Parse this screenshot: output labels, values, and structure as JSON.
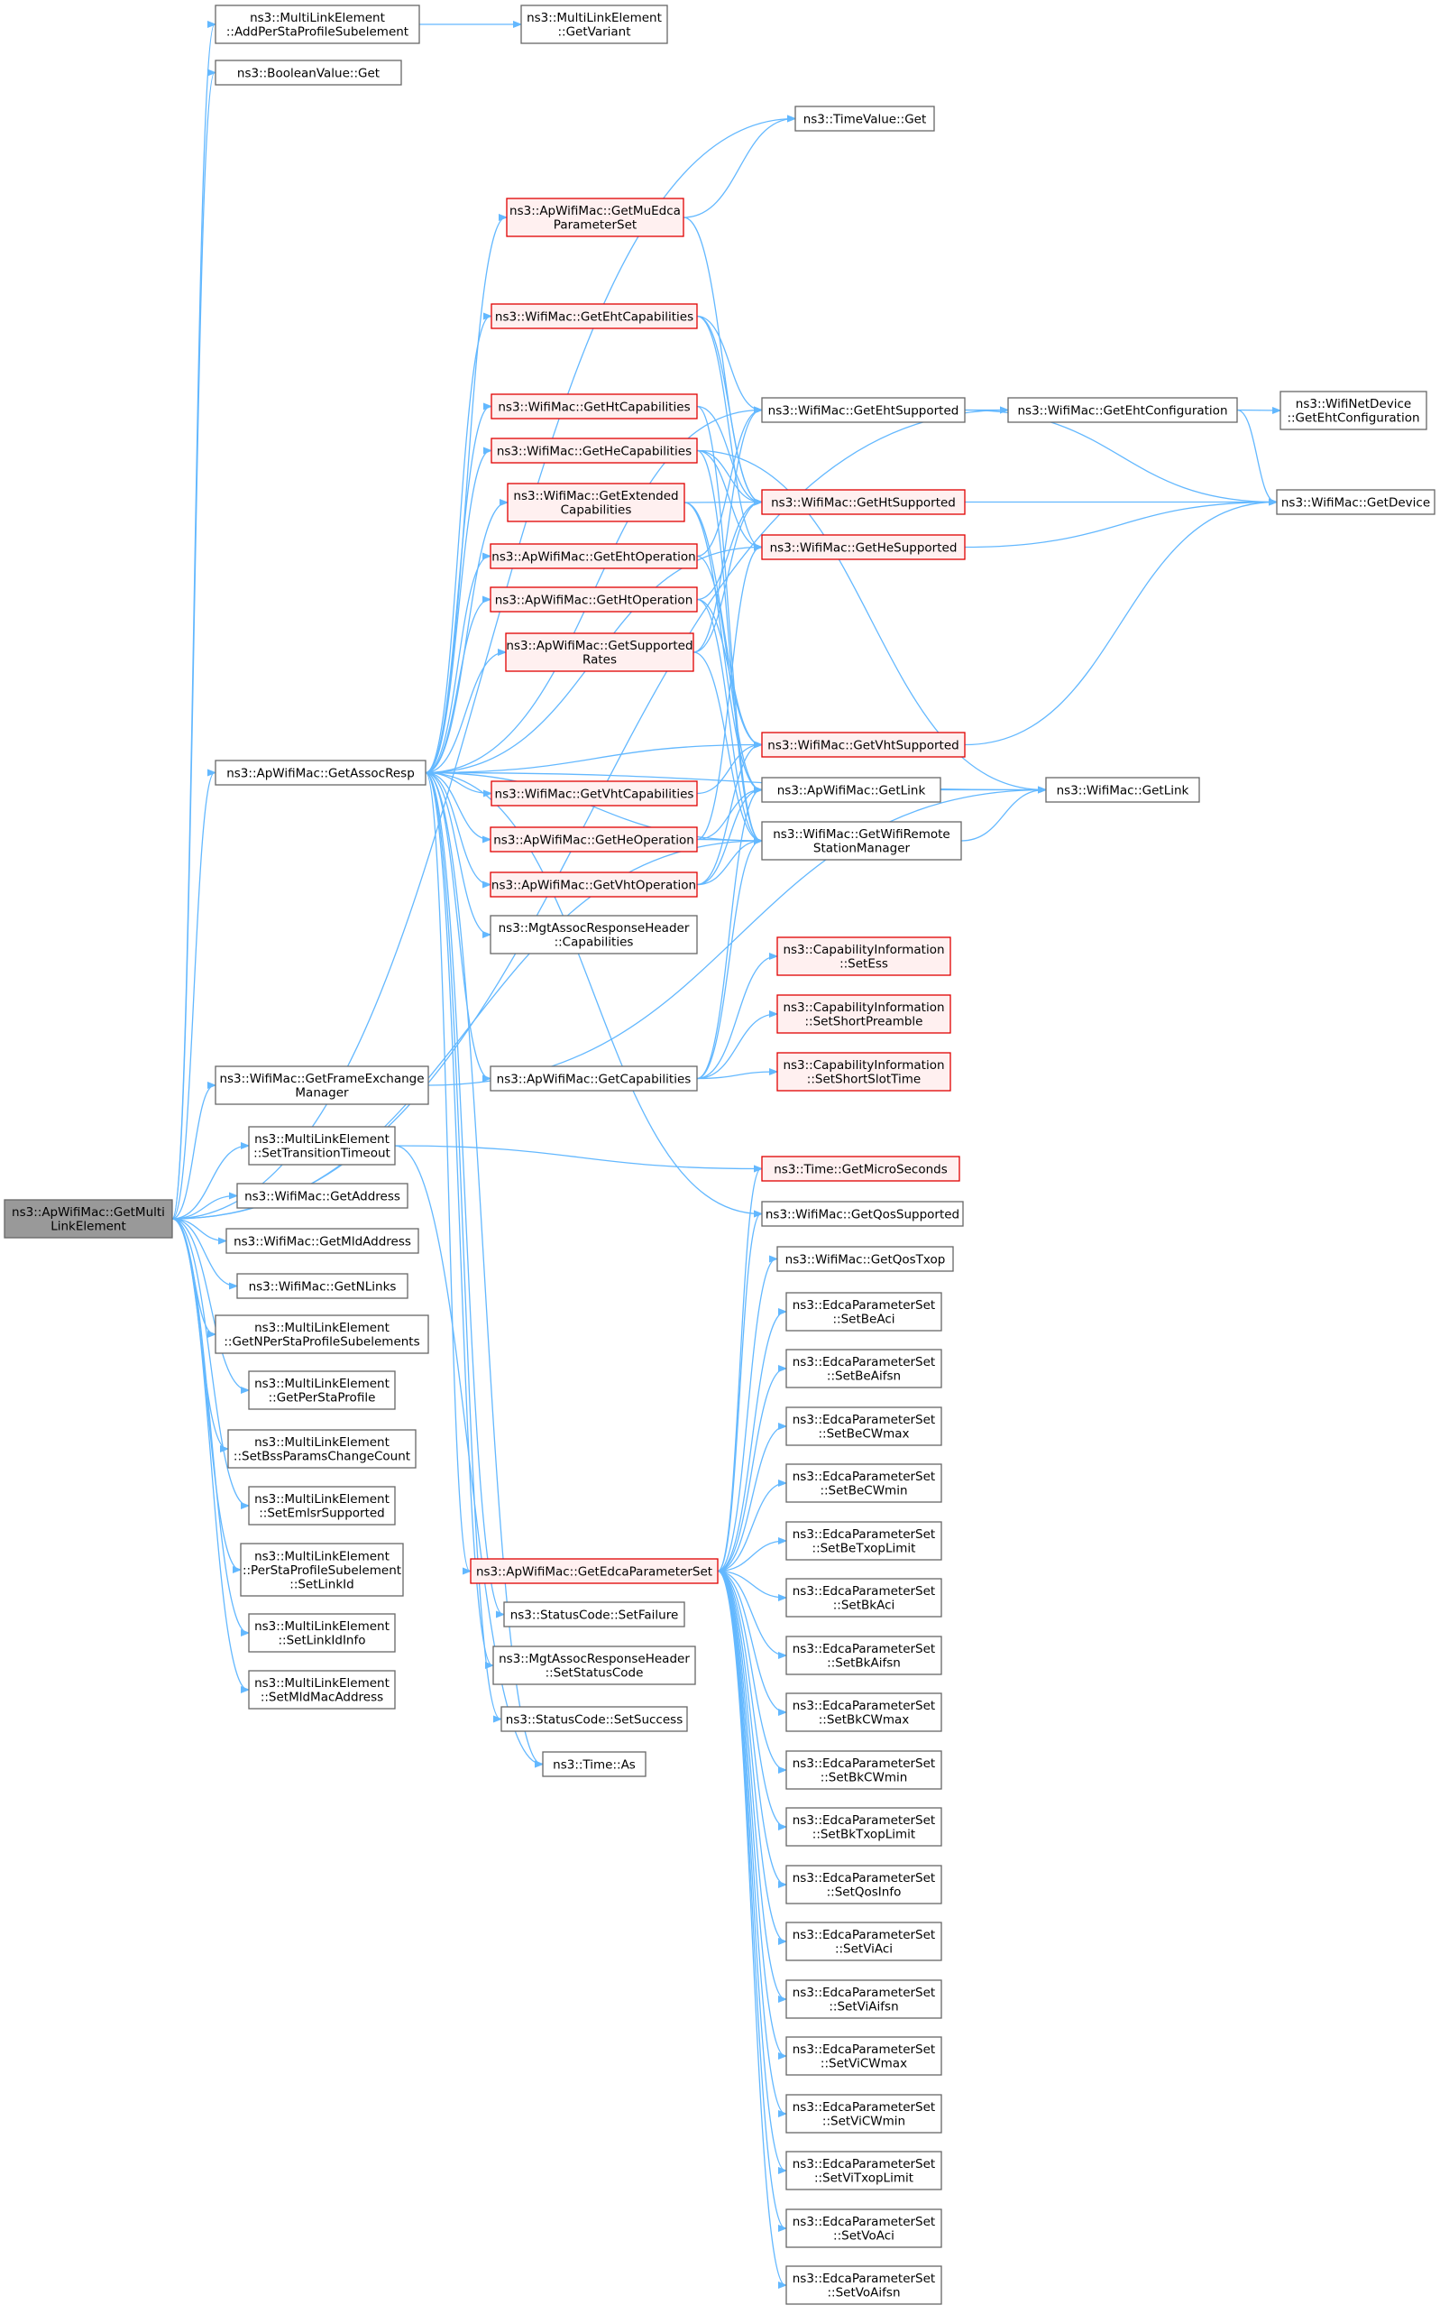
{
  "graph": {
    "nodes": [
      {
        "id": "root",
        "lines": [
          "ns3::ApWifiMac::GetMulti",
          "LinkElement"
        ],
        "style": "root"
      },
      {
        "id": "mle_addper",
        "lines": [
          "ns3::MultiLinkElement",
          "::AddPerStaProfileSubelement"
        ],
        "style": "normal"
      },
      {
        "id": "mle_getvariant",
        "lines": [
          "ns3::MultiLinkElement",
          "::GetVariant"
        ],
        "style": "normal"
      },
      {
        "id": "bool_get",
        "lines": [
          "ns3::BooleanValue::Get"
        ],
        "style": "normal"
      },
      {
        "id": "time_get",
        "lines": [
          "ns3::TimeValue::Get"
        ],
        "style": "normal"
      },
      {
        "id": "mu_edca",
        "lines": [
          "ns3::ApWifiMac::GetMuEdca",
          "ParameterSet"
        ],
        "style": "red"
      },
      {
        "id": "eht_cap",
        "lines": [
          "ns3::WifiMac::GetEhtCapabilities"
        ],
        "style": "red"
      },
      {
        "id": "ht_cap",
        "lines": [
          "ns3::WifiMac::GetHtCapabilities"
        ],
        "style": "red"
      },
      {
        "id": "he_cap",
        "lines": [
          "ns3::WifiMac::GetHeCapabilities"
        ],
        "style": "red"
      },
      {
        "id": "ext_cap",
        "lines": [
          "ns3::WifiMac::GetExtended",
          "Capabilities"
        ],
        "style": "red"
      },
      {
        "id": "eht_op",
        "lines": [
          "ns3::ApWifiMac::GetEhtOperation"
        ],
        "style": "red"
      },
      {
        "id": "ht_op",
        "lines": [
          "ns3::ApWifiMac::GetHtOperation"
        ],
        "style": "red"
      },
      {
        "id": "sup_rates",
        "lines": [
          "ns3::ApWifiMac::GetSupported",
          "Rates"
        ],
        "style": "red"
      },
      {
        "id": "assoc_resp",
        "lines": [
          "ns3::ApWifiMac::GetAssocResp"
        ],
        "style": "normal"
      },
      {
        "id": "vht_cap",
        "lines": [
          "ns3::WifiMac::GetVhtCapabilities"
        ],
        "style": "red"
      },
      {
        "id": "he_op",
        "lines": [
          "ns3::ApWifiMac::GetHeOperation"
        ],
        "style": "red"
      },
      {
        "id": "vht_op",
        "lines": [
          "ns3::ApWifiMac::GetVhtOperation"
        ],
        "style": "red"
      },
      {
        "id": "mgt_caps",
        "lines": [
          "ns3::MgtAssocResponseHeader",
          "::Capabilities"
        ],
        "style": "normal"
      },
      {
        "id": "get_caps",
        "lines": [
          "ns3::ApWifiMac::GetCapabilities"
        ],
        "style": "normal"
      },
      {
        "id": "fem",
        "lines": [
          "ns3::WifiMac::GetFrameExchange",
          "Manager"
        ],
        "style": "normal"
      },
      {
        "id": "set_trans",
        "lines": [
          "ns3::MultiLinkElement",
          "::SetTransitionTimeout"
        ],
        "style": "normal"
      },
      {
        "id": "get_addr",
        "lines": [
          "ns3::WifiMac::GetAddress"
        ],
        "style": "normal"
      },
      {
        "id": "get_mld",
        "lines": [
          "ns3::WifiMac::GetMldAddress"
        ],
        "style": "normal"
      },
      {
        "id": "get_nlinks",
        "lines": [
          "ns3::WifiMac::GetNLinks"
        ],
        "style": "normal"
      },
      {
        "id": "mle_getnper",
        "lines": [
          "ns3::MultiLinkElement",
          "::GetNPerStaProfileSubelements"
        ],
        "style": "normal"
      },
      {
        "id": "mle_getper",
        "lines": [
          "ns3::MultiLinkElement",
          "::GetPerStaProfile"
        ],
        "style": "normal"
      },
      {
        "id": "mle_bss",
        "lines": [
          "ns3::MultiLinkElement",
          "::SetBssParamsChangeCount"
        ],
        "style": "normal"
      },
      {
        "id": "mle_emlsr",
        "lines": [
          "ns3::MultiLinkElement",
          "::SetEmlsrSupported"
        ],
        "style": "normal"
      },
      {
        "id": "mle_perlink",
        "lines": [
          "ns3::MultiLinkElement",
          "::PerStaProfileSubelement",
          "::SetLinkId"
        ],
        "style": "normal"
      },
      {
        "id": "mle_linkinfo",
        "lines": [
          "ns3::MultiLinkElement",
          "::SetLinkIdInfo"
        ],
        "style": "normal"
      },
      {
        "id": "mle_mldmac",
        "lines": [
          "ns3::MultiLinkElement",
          "::SetMldMacAddress"
        ],
        "style": "normal"
      },
      {
        "id": "edca",
        "lines": [
          "ns3::ApWifiMac::GetEdcaParameterSet"
        ],
        "style": "red"
      },
      {
        "id": "sc_fail",
        "lines": [
          "ns3::StatusCode::SetFailure"
        ],
        "style": "normal"
      },
      {
        "id": "mgt_status",
        "lines": [
          "ns3::MgtAssocResponseHeader",
          "::SetStatusCode"
        ],
        "style": "normal"
      },
      {
        "id": "sc_success",
        "lines": [
          "ns3::StatusCode::SetSuccess"
        ],
        "style": "normal"
      },
      {
        "id": "time_as",
        "lines": [
          "ns3::Time::As"
        ],
        "style": "normal"
      },
      {
        "id": "eht_sup",
        "lines": [
          "ns3::WifiMac::GetEhtSupported"
        ],
        "style": "normal"
      },
      {
        "id": "ht_sup",
        "lines": [
          "ns3::WifiMac::GetHtSupported"
        ],
        "style": "red"
      },
      {
        "id": "he_sup",
        "lines": [
          "ns3::WifiMac::GetHeSupported"
        ],
        "style": "red"
      },
      {
        "id": "vht_sup",
        "lines": [
          "ns3::WifiMac::GetVhtSupported"
        ],
        "style": "red"
      },
      {
        "id": "ap_getlink",
        "lines": [
          "ns3::ApWifiMac::GetLink"
        ],
        "style": "normal"
      },
      {
        "id": "rsm",
        "lines": [
          "ns3::WifiMac::GetWifiRemote",
          "StationManager"
        ],
        "style": "normal"
      },
      {
        "id": "ci_ess",
        "lines": [
          "ns3::CapabilityInformation",
          "::SetEss"
        ],
        "style": "red"
      },
      {
        "id": "ci_preamble",
        "lines": [
          "ns3::CapabilityInformation",
          "::SetShortPreamble"
        ],
        "style": "red"
      },
      {
        "id": "ci_slot",
        "lines": [
          "ns3::CapabilityInformation",
          "::SetShortSlotTime"
        ],
        "style": "red"
      },
      {
        "id": "time_micro",
        "lines": [
          "ns3::Time::GetMicroSeconds"
        ],
        "style": "red"
      },
      {
        "id": "qos_sup",
        "lines": [
          "ns3::WifiMac::GetQosSupported"
        ],
        "style": "normal"
      },
      {
        "id": "qos_txop",
        "lines": [
          "ns3::WifiMac::GetQosTxop"
        ],
        "style": "normal"
      },
      {
        "id": "be_aci",
        "lines": [
          "ns3::EdcaParameterSet",
          "::SetBeAci"
        ],
        "style": "normal"
      },
      {
        "id": "be_aifsn",
        "lines": [
          "ns3::EdcaParameterSet",
          "::SetBeAifsn"
        ],
        "style": "normal"
      },
      {
        "id": "be_cwmax",
        "lines": [
          "ns3::EdcaParameterSet",
          "::SetBeCWmax"
        ],
        "style": "normal"
      },
      {
        "id": "be_cwmin",
        "lines": [
          "ns3::EdcaParameterSet",
          "::SetBeCWmin"
        ],
        "style": "normal"
      },
      {
        "id": "be_txop",
        "lines": [
          "ns3::EdcaParameterSet",
          "::SetBeTxopLimit"
        ],
        "style": "normal"
      },
      {
        "id": "bk_aci",
        "lines": [
          "ns3::EdcaParameterSet",
          "::SetBkAci"
        ],
        "style": "normal"
      },
      {
        "id": "bk_aifsn",
        "lines": [
          "ns3::EdcaParameterSet",
          "::SetBkAifsn"
        ],
        "style": "normal"
      },
      {
        "id": "bk_cwmax",
        "lines": [
          "ns3::EdcaParameterSet",
          "::SetBkCWmax"
        ],
        "style": "normal"
      },
      {
        "id": "bk_cwmin",
        "lines": [
          "ns3::EdcaParameterSet",
          "::SetBkCWmin"
        ],
        "style": "normal"
      },
      {
        "id": "bk_txop",
        "lines": [
          "ns3::EdcaParameterSet",
          "::SetBkTxopLimit"
        ],
        "style": "normal"
      },
      {
        "id": "qos_info",
        "lines": [
          "ns3::EdcaParameterSet",
          "::SetQosInfo"
        ],
        "style": "normal"
      },
      {
        "id": "vi_aci",
        "lines": [
          "ns3::EdcaParameterSet",
          "::SetViAci"
        ],
        "style": "normal"
      },
      {
        "id": "vi_aifsn",
        "lines": [
          "ns3::EdcaParameterSet",
          "::SetViAifsn"
        ],
        "style": "normal"
      },
      {
        "id": "vi_cwmax",
        "lines": [
          "ns3::EdcaParameterSet",
          "::SetViCWmax"
        ],
        "style": "normal"
      },
      {
        "id": "vi_cwmin",
        "lines": [
          "ns3::EdcaParameterSet",
          "::SetViCWmin"
        ],
        "style": "normal"
      },
      {
        "id": "vi_txop",
        "lines": [
          "ns3::EdcaParameterSet",
          "::SetViTxopLimit"
        ],
        "style": "normal"
      },
      {
        "id": "vo_aci",
        "lines": [
          "ns3::EdcaParameterSet",
          "::SetVoAci"
        ],
        "style": "normal"
      },
      {
        "id": "vo_aifsn",
        "lines": [
          "ns3::EdcaParameterSet",
          "::SetVoAifsn"
        ],
        "style": "normal"
      },
      {
        "id": "eht_conf",
        "lines": [
          "ns3::WifiMac::GetEhtConfiguration"
        ],
        "style": "normal"
      },
      {
        "id": "netdev_eht",
        "lines": [
          "ns3::WifiNetDevice",
          "::GetEhtConfiguration"
        ],
        "style": "normal"
      },
      {
        "id": "get_device",
        "lines": [
          "ns3::WifiMac::GetDevice"
        ],
        "style": "normal"
      },
      {
        "id": "get_link",
        "lines": [
          "ns3::WifiMac::GetLink"
        ],
        "style": "normal"
      }
    ],
    "edges": [
      [
        "root",
        "mle_addper"
      ],
      [
        "root",
        "bool_get"
      ],
      [
        "root",
        "time_get"
      ],
      [
        "root",
        "eht_conf"
      ],
      [
        "root",
        "assoc_resp"
      ],
      [
        "root",
        "rsm"
      ],
      [
        "root",
        "fem"
      ],
      [
        "root",
        "set_trans"
      ],
      [
        "root",
        "get_addr"
      ],
      [
        "root",
        "get_mld"
      ],
      [
        "root",
        "get_nlinks"
      ],
      [
        "root",
        "mle_getnper"
      ],
      [
        "root",
        "mle_getper"
      ],
      [
        "root",
        "mle_bss"
      ],
      [
        "root",
        "mle_emlsr"
      ],
      [
        "root",
        "mle_perlink"
      ],
      [
        "root",
        "mle_linkinfo"
      ],
      [
        "root",
        "mle_mldmac"
      ],
      [
        "mle_addper",
        "mle_getvariant"
      ],
      [
        "assoc_resp",
        "mu_edca"
      ],
      [
        "assoc_resp",
        "eht_cap"
      ],
      [
        "assoc_resp",
        "ht_cap"
      ],
      [
        "assoc_resp",
        "he_cap"
      ],
      [
        "assoc_resp",
        "ext_cap"
      ],
      [
        "assoc_resp",
        "eht_op"
      ],
      [
        "assoc_resp",
        "ht_op"
      ],
      [
        "assoc_resp",
        "sup_rates"
      ],
      [
        "assoc_resp",
        "vht_cap"
      ],
      [
        "assoc_resp",
        "he_op"
      ],
      [
        "assoc_resp",
        "vht_op"
      ],
      [
        "assoc_resp",
        "mgt_caps"
      ],
      [
        "assoc_resp",
        "get_caps"
      ],
      [
        "assoc_resp",
        "edca"
      ],
      [
        "assoc_resp",
        "sc_fail"
      ],
      [
        "assoc_resp",
        "mgt_status"
      ],
      [
        "assoc_resp",
        "sc_success"
      ],
      [
        "assoc_resp",
        "time_as"
      ],
      [
        "assoc_resp",
        "eht_sup"
      ],
      [
        "assoc_resp",
        "he_sup"
      ],
      [
        "assoc_resp",
        "vht_sup"
      ],
      [
        "assoc_resp",
        "rsm"
      ],
      [
        "assoc_resp",
        "qos_sup"
      ],
      [
        "assoc_resp",
        "get_link"
      ],
      [
        "mu_edca",
        "time_get"
      ],
      [
        "mu_edca",
        "ht_sup"
      ],
      [
        "eht_cap",
        "eht_sup"
      ],
      [
        "eht_cap",
        "ht_sup"
      ],
      [
        "eht_cap",
        "he_sup"
      ],
      [
        "ht_cap",
        "ht_sup"
      ],
      [
        "ht_cap",
        "rsm"
      ],
      [
        "he_cap",
        "he_sup"
      ],
      [
        "he_cap",
        "ht_sup"
      ],
      [
        "he_cap",
        "get_link"
      ],
      [
        "he_cap",
        "rsm"
      ],
      [
        "ext_cap",
        "ht_sup"
      ],
      [
        "ext_cap",
        "vht_sup"
      ],
      [
        "ext_cap",
        "ap_getlink"
      ],
      [
        "eht_op",
        "eht_sup"
      ],
      [
        "eht_op",
        "ap_getlink"
      ],
      [
        "ht_op",
        "ht_sup"
      ],
      [
        "ht_op",
        "vht_sup"
      ],
      [
        "ht_op",
        "rsm"
      ],
      [
        "sup_rates",
        "eht_sup"
      ],
      [
        "sup_rates",
        "ht_sup"
      ],
      [
        "sup_rates",
        "rsm"
      ],
      [
        "vht_cap",
        "vht_sup"
      ],
      [
        "he_op",
        "he_sup"
      ],
      [
        "he_op",
        "ap_getlink"
      ],
      [
        "he_op",
        "rsm"
      ],
      [
        "vht_op",
        "vht_sup"
      ],
      [
        "vht_op",
        "ap_getlink"
      ],
      [
        "vht_op",
        "rsm"
      ],
      [
        "get_caps",
        "ci_ess"
      ],
      [
        "get_caps",
        "ci_preamble"
      ],
      [
        "get_caps",
        "ci_slot"
      ],
      [
        "get_caps",
        "rsm"
      ],
      [
        "get_caps",
        "ap_getlink"
      ],
      [
        "fem",
        "get_link"
      ],
      [
        "set_trans",
        "time_micro"
      ],
      [
        "set_trans",
        "time_as"
      ],
      [
        "edca",
        "time_micro"
      ],
      [
        "edca",
        "qos_sup"
      ],
      [
        "edca",
        "qos_txop"
      ],
      [
        "edca",
        "be_aci"
      ],
      [
        "edca",
        "be_aifsn"
      ],
      [
        "edca",
        "be_cwmax"
      ],
      [
        "edca",
        "be_cwmin"
      ],
      [
        "edca",
        "be_txop"
      ],
      [
        "edca",
        "bk_aci"
      ],
      [
        "edca",
        "bk_aifsn"
      ],
      [
        "edca",
        "bk_cwmax"
      ],
      [
        "edca",
        "bk_cwmin"
      ],
      [
        "edca",
        "bk_txop"
      ],
      [
        "edca",
        "qos_info"
      ],
      [
        "edca",
        "vi_aci"
      ],
      [
        "edca",
        "vi_aifsn"
      ],
      [
        "edca",
        "vi_cwmax"
      ],
      [
        "edca",
        "vi_cwmin"
      ],
      [
        "edca",
        "vi_txop"
      ],
      [
        "edca",
        "vo_aci"
      ],
      [
        "edca",
        "vo_aifsn"
      ],
      [
        "eht_sup",
        "eht_conf"
      ],
      [
        "eht_sup",
        "get_device"
      ],
      [
        "ht_sup",
        "get_device"
      ],
      [
        "he_sup",
        "get_device"
      ],
      [
        "vht_sup",
        "get_device"
      ],
      [
        "ap_getlink",
        "get_link"
      ],
      [
        "rsm",
        "get_link"
      ],
      [
        "eht_conf",
        "netdev_eht"
      ],
      [
        "eht_conf",
        "get_device"
      ]
    ]
  }
}
